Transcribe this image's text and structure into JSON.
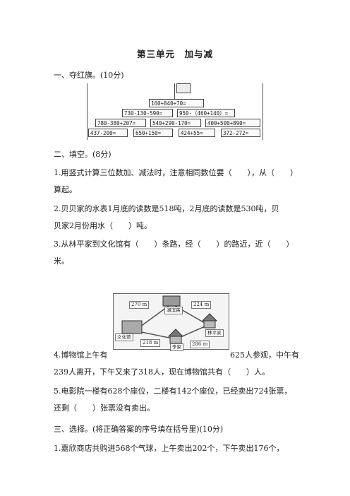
{
  "title": "第三单元　加与减",
  "section1": {
    "heading": "一、夺红旗。(10分)",
    "rows": [
      [
        "160+840+70="
      ],
      [
        "730-130-590=",
        "950-（460+140）="
      ],
      [
        "780-380+207=",
        "540+290-170=",
        "400+500+890="
      ],
      [
        "437-200=",
        "650+150=",
        "424+55=",
        "372-272="
      ]
    ]
  },
  "section2": {
    "heading": "二、填空。(8分)",
    "q1_line1": "1.用竖式计算三位数加、减法时，注意相同数位要（　　），从（　　）",
    "q1_line2": "算起。",
    "q2_line1": "2.贝贝家的水表1月底的读数是518吨，2月底的读数是530吨，贝",
    "q2_line2": "贝家2月份用水（　　）吨。",
    "q3_line1": "3.从林平家到文化馆有（　　）条路，经（　　）的路近，近（　　）",
    "q3_line2": "米。",
    "map": {
      "places": [
        "湖滨路",
        "文化馆",
        "林平家",
        "李家"
      ],
      "distances": [
        "270 m",
        "224 m",
        "218 m",
        "286 m"
      ]
    },
    "q4_line1_left": "4.博物馆上午有",
    "q4_line1_right": "625人参观，中午有",
    "q4_line2": "239人离开，下午又来了318人，现在博物馆共有（　　）人。",
    "q5_line1": "5.电影院一楼有628个座位，二楼有142个座位，已经卖出724张票，",
    "q5_line2": "还剩（　　）张票没有卖出。"
  },
  "section3": {
    "heading": "三、选择。(将正确答案的序号填在括号里)(10分)",
    "q1_line1": "1.嘉欣商店共购进568个气球，上午卖出202个，下午卖出176个，"
  }
}
